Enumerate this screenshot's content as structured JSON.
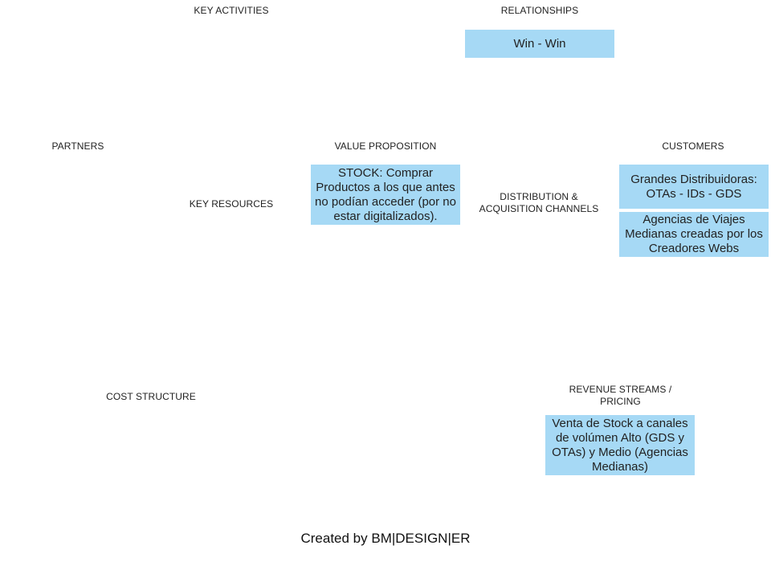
{
  "sections": {
    "key_activities": "KEY ACTIVITIES",
    "relationships": "RELATIONSHIPS",
    "partners": "PARTNERS",
    "value_proposition": "VALUE PROPOSITION",
    "customers": "CUSTOMERS",
    "key_resources": "KEY RESOURCES",
    "distribution": "DISTRIBUTION  &  ACQUISITION  CHANNELS",
    "cost_structure": "COST  STRUCTURE",
    "revenue_streams": "REVENUE  STREAMS  /  PRICING"
  },
  "notes": {
    "relationships_1": "Win - Win",
    "value_1": "STOCK: Comprar Productos a los que antes no podían acceder (por no estar digitalizados).",
    "customers_1": "Grandes Distribuidoras: OTAs - IDs - GDS",
    "customers_2": "Agencias de Viajes Medianas creadas por los Creadores Webs",
    "revenue_1": "Venta de Stock a canales de volúmen Alto (GDS y OTAs) y Medio (Agencias Medianas)"
  },
  "colors": {
    "sticky": "#a6d9f5"
  },
  "footer": "Created by BM|DESIGN|ER"
}
